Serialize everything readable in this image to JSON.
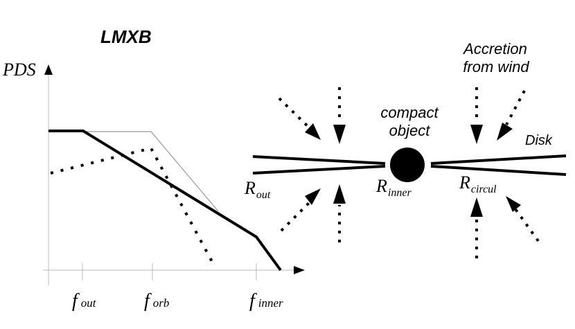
{
  "title": "LMXB",
  "axis": {
    "y_label": "PDS",
    "x_ticks": [
      {
        "main": "f",
        "sub": "out"
      },
      {
        "main": "f",
        "sub": "orb"
      },
      {
        "main": "f",
        "sub": "inner"
      }
    ]
  },
  "labels": {
    "accretion_line1": "Accretion",
    "accretion_line2": "from wind",
    "compact_line1": "compact",
    "compact_line2": "object",
    "disk": "Disk",
    "r_out": {
      "main": "R",
      "sub": "out"
    },
    "r_inner": {
      "main": "R",
      "sub": "inner"
    },
    "r_circul": {
      "main": "R",
      "sub": "circul"
    }
  }
}
